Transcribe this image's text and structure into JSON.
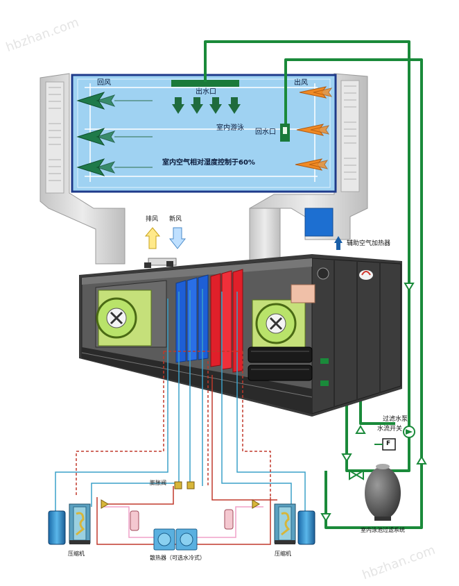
{
  "labels": {
    "return_air": "回风",
    "supply_air": "出风",
    "water_outlet": "出水口",
    "water_return": "回水口",
    "indoor_pool": "室内游泳",
    "humidity_note": "室内空气相对湿度控制于60%",
    "exhaust_air": "排风",
    "fresh_air": "新风",
    "aux_heater": "辅助空气加热器",
    "filter_pump": "过滤水泵",
    "flow_switch": "水流开关",
    "flow_switch_symbol": "F",
    "expansion_valve": "膨胀阀",
    "compressor_left": "压缩机",
    "compressor_right": "压缩机",
    "radiator": "散热器（可选水冷式）",
    "pool_filter_system": "室内泳池过滤系统"
  },
  "watermark": {
    "top": "hbzhan.com",
    "bottom": "hbzhan.com"
  },
  "colors": {
    "pool_fill": "#9fd2f2",
    "pool_border": "#1e3a8a",
    "water_pipe": "#1a8a3a",
    "return_arrow": "#1f7a4a",
    "supply_arrow": "#f08a24",
    "cold_coil": "#1e5fd6",
    "hot_coil": "#e0202a",
    "refrigerant_liquid": "#c0392b",
    "refrigerant_gas": "#3aa0c8",
    "unit_body": "#4a4a4a",
    "fan_green": "#b9e36a",
    "duct": "#d4d4d4"
  }
}
